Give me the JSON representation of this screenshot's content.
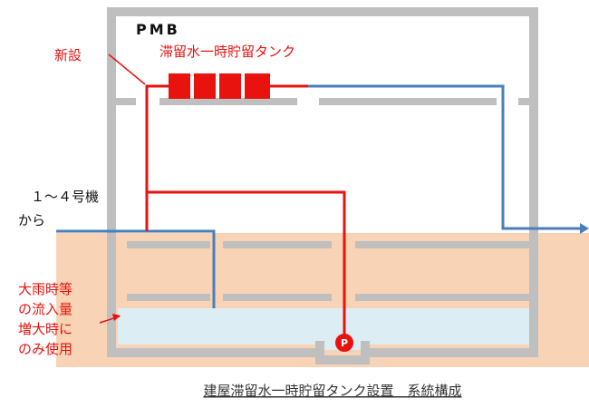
{
  "diagram": {
    "building_label": "PMB",
    "new_label": "新設",
    "tank_label": "滞留水一時貯留タンク",
    "source_label_line1": "１～４号機",
    "source_label_line2": "から",
    "rain_note_lines": [
      "大雨時等",
      "の流入量",
      "増大時に",
      "のみ使用"
    ],
    "pump_label": "P",
    "caption": "建屋滞留水一時貯留タンク設置　系統構成"
  },
  "colors": {
    "new_line": "#e8120f",
    "existing_line": "#4a7ebb",
    "wall": "#bfbfbf",
    "ground": "#f9d3b5",
    "water": "#dcedf4"
  }
}
